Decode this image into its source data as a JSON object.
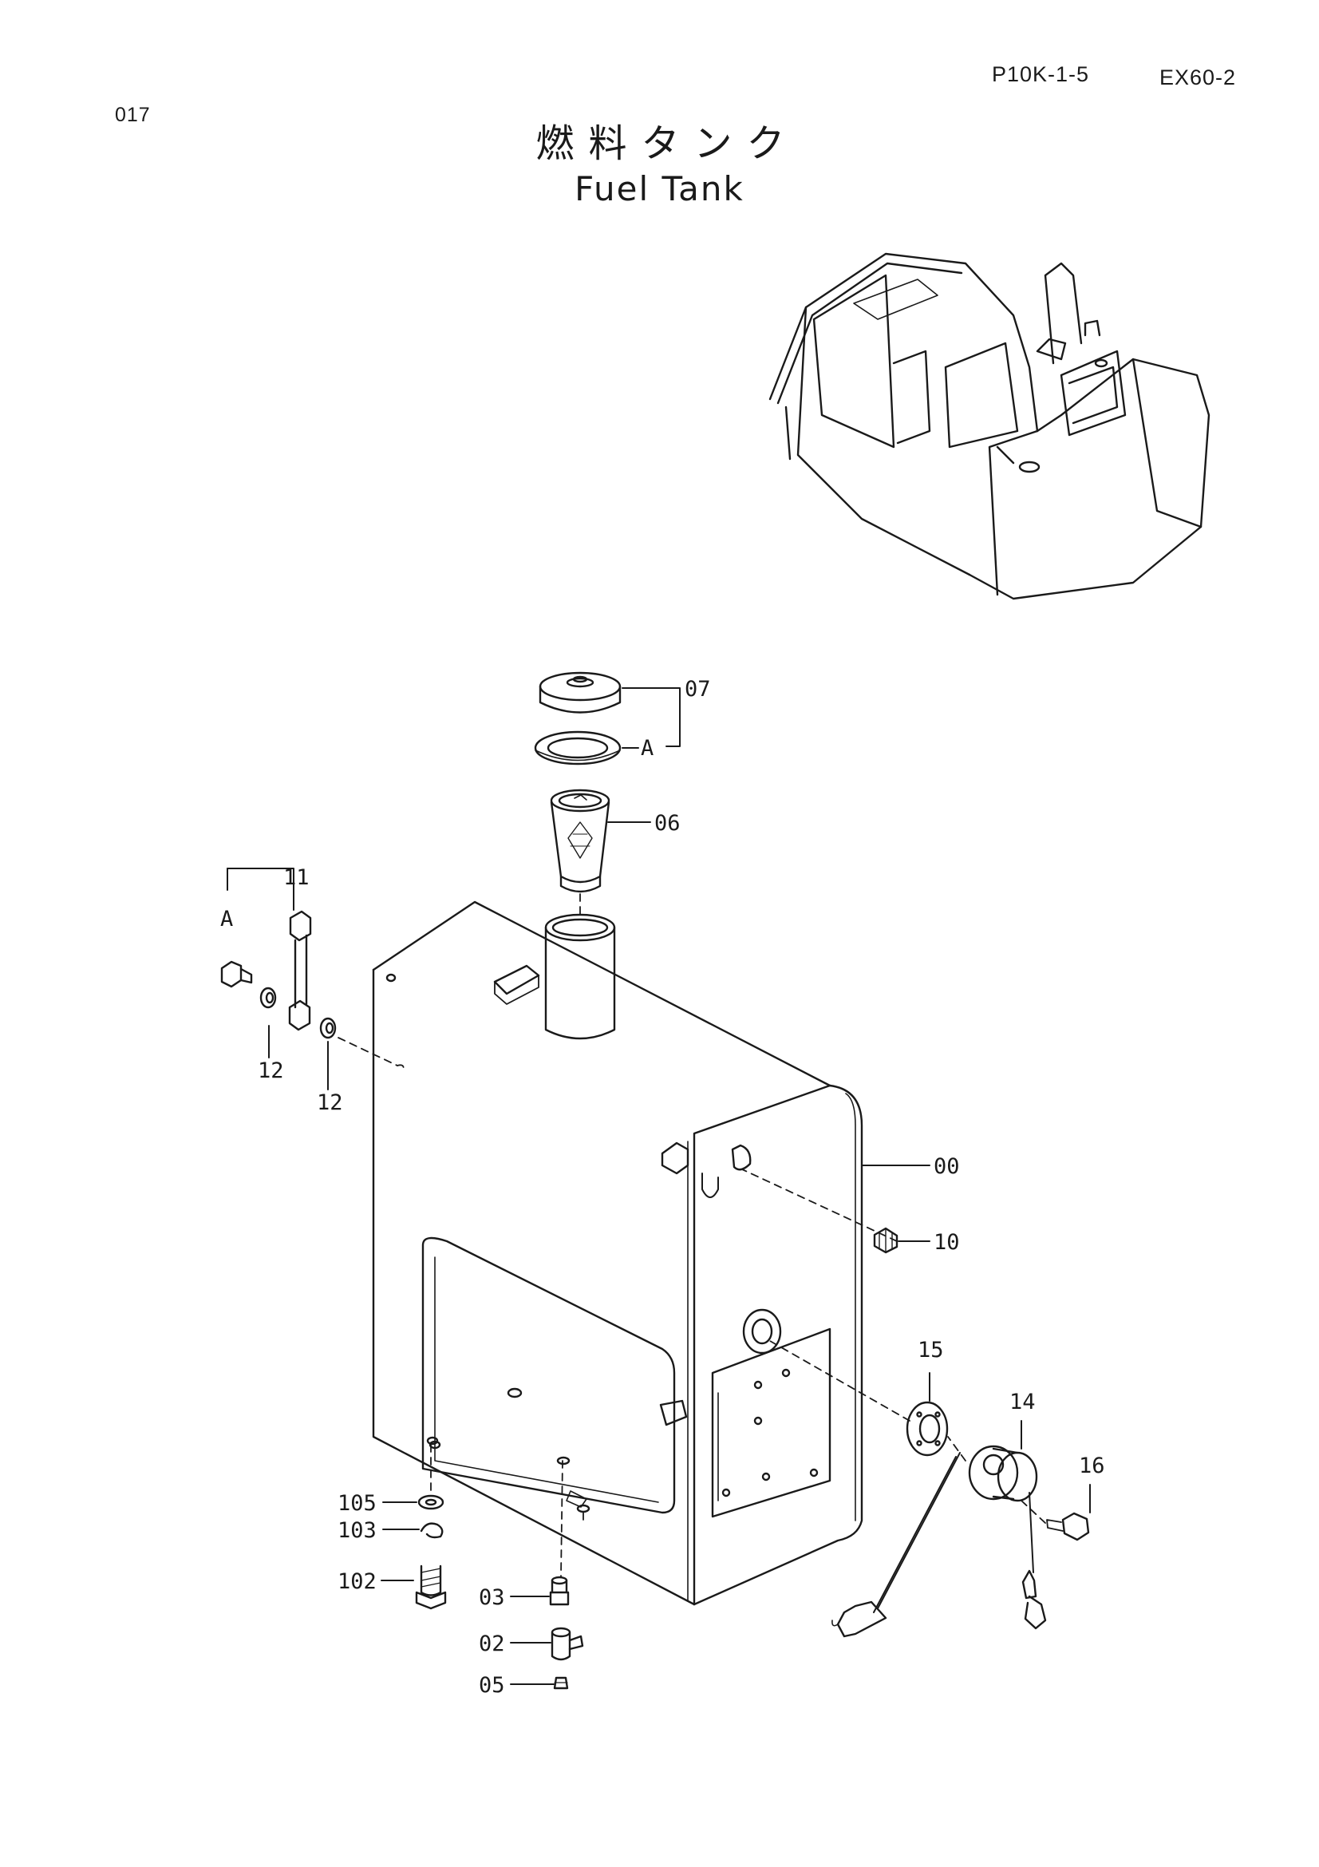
{
  "header": {
    "page_code": "P10K-1-5",
    "model": "EX60-2",
    "page_number": "017"
  },
  "title": {
    "japanese": "燃料タンク",
    "english": "Fuel Tank"
  },
  "callouts": {
    "c07": "07",
    "cA_top": "A",
    "c06": "06",
    "c11": "11",
    "cA_left": "A",
    "c12a": "12",
    "c12b": "12",
    "c00": "00",
    "c10": "10",
    "c15": "15",
    "c14": "14",
    "c16": "16",
    "c105": "105",
    "c103": "103",
    "c102": "102",
    "c03": "03",
    "c02": "02",
    "c05": "05"
  }
}
